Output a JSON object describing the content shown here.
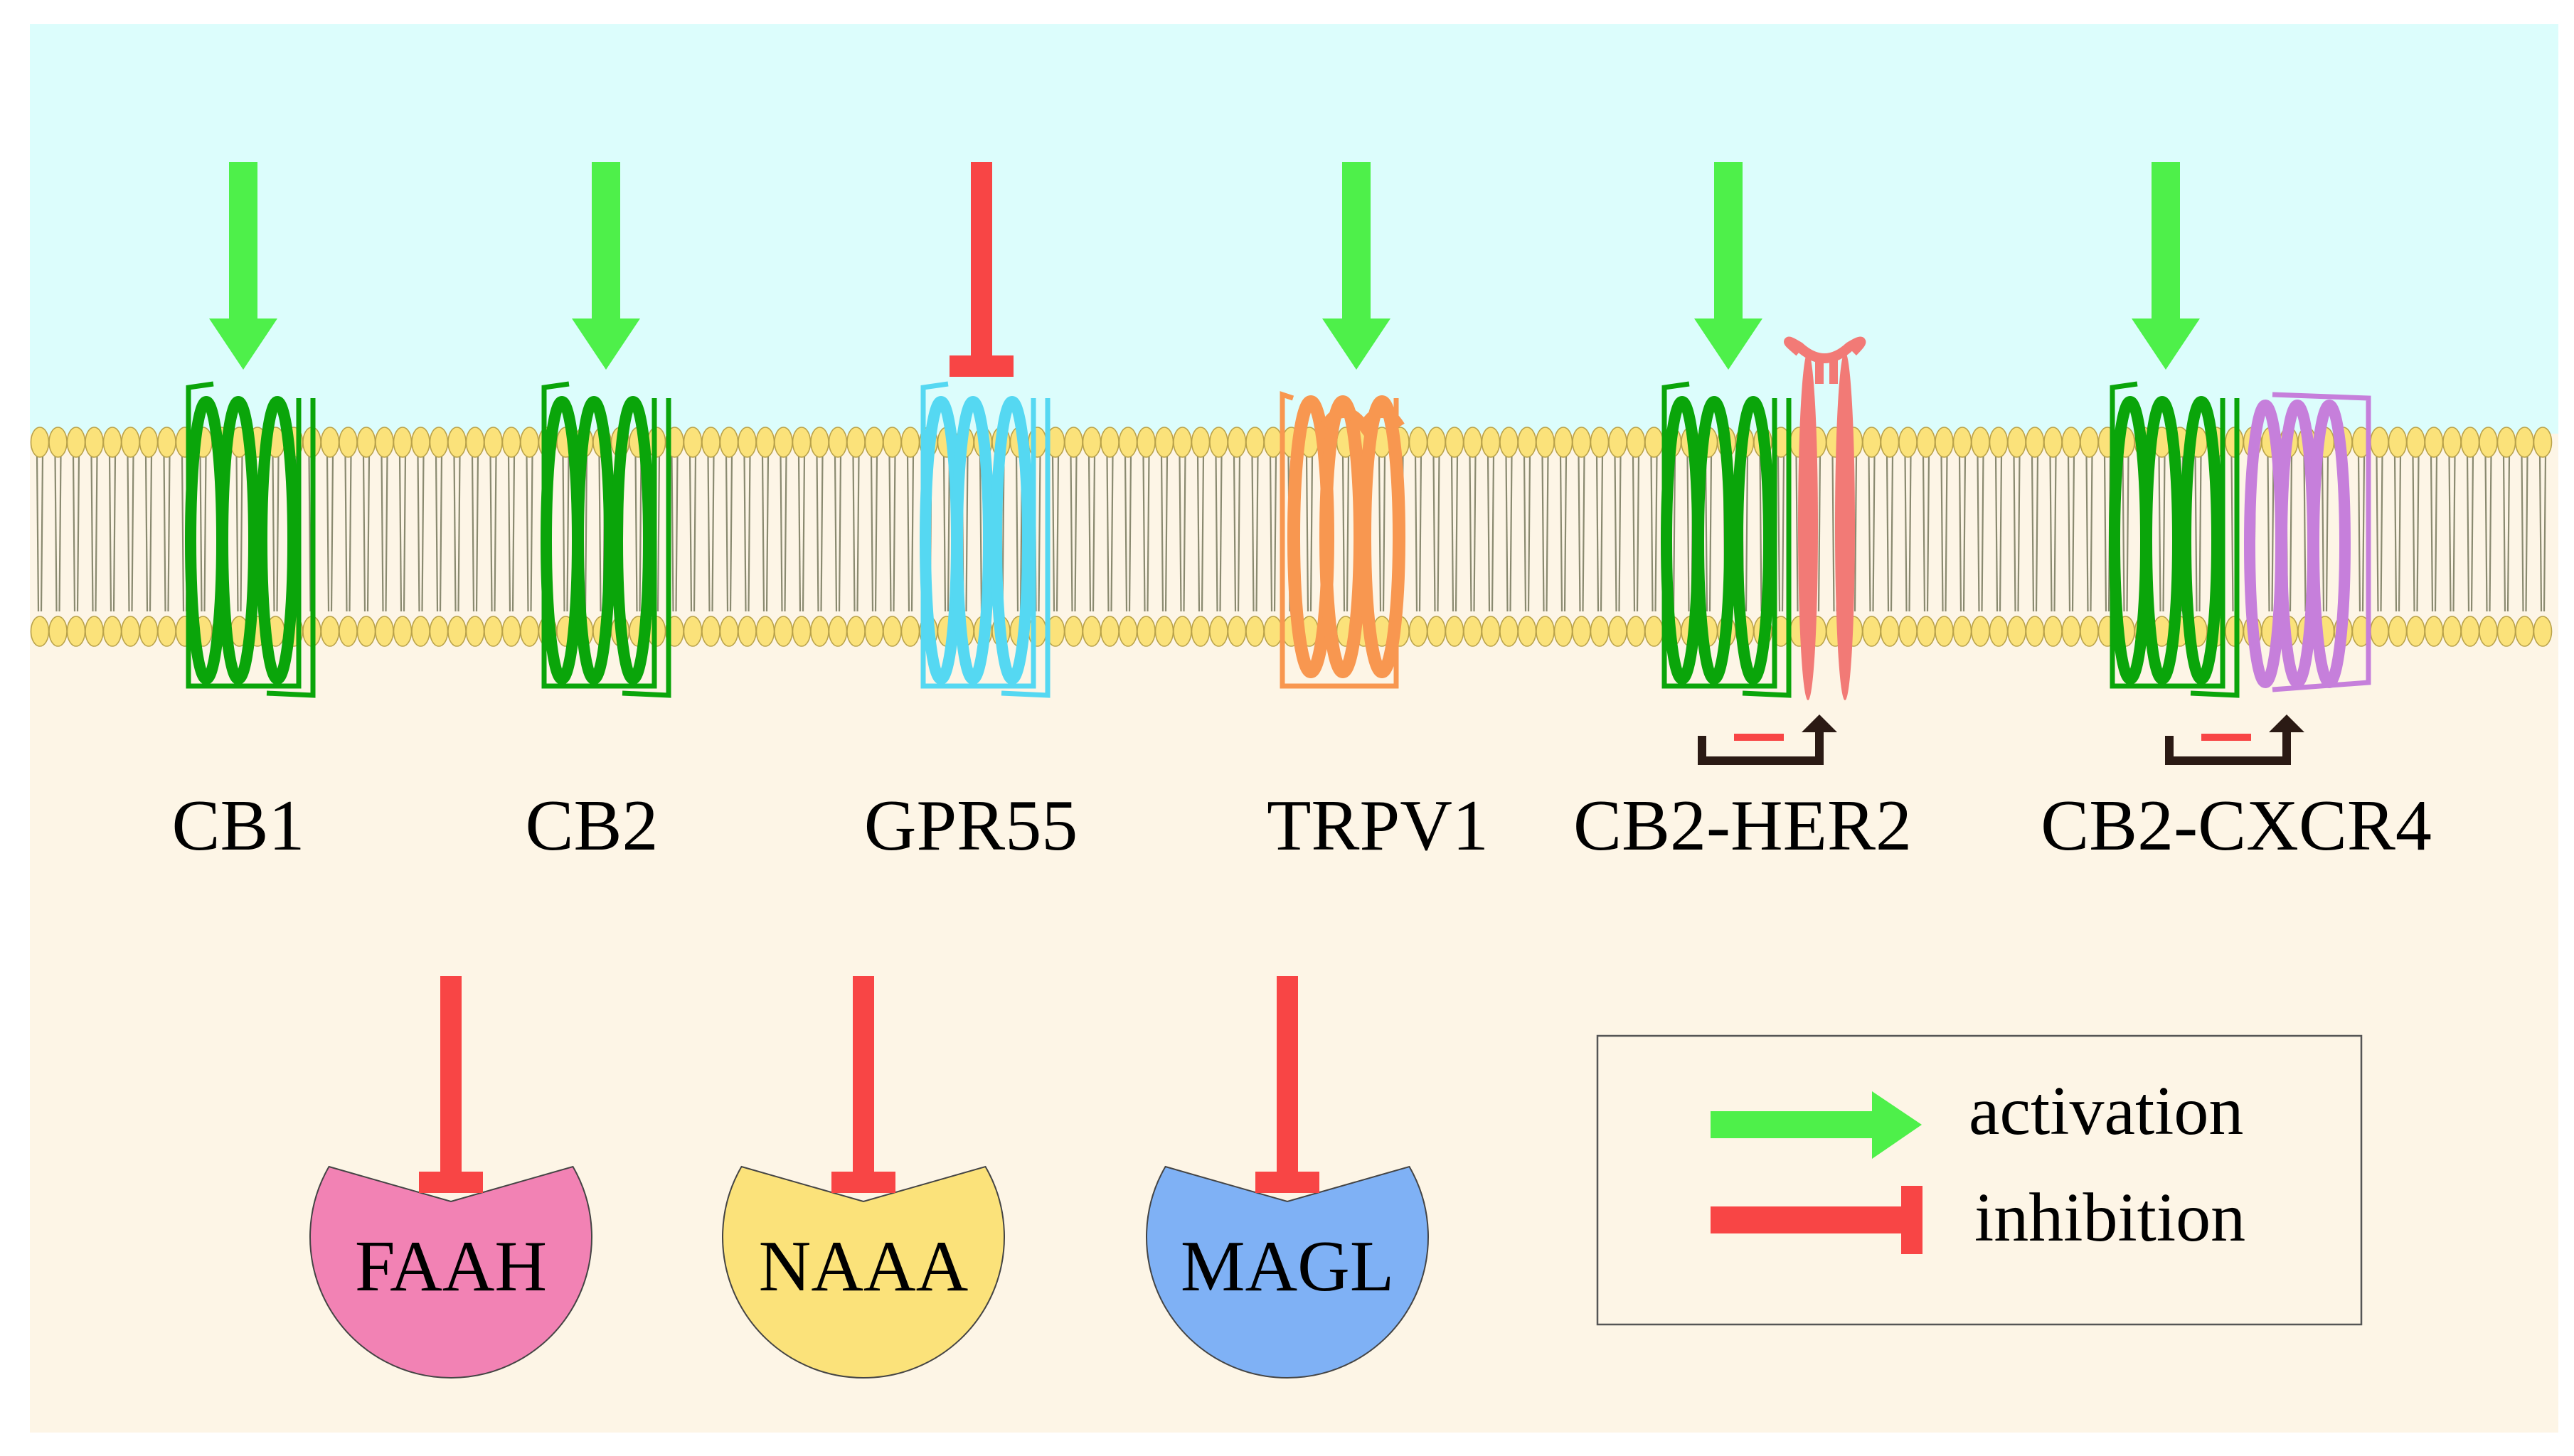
{
  "colors": {
    "extracellular": "#dcfdfc",
    "intracellular": "#fdf5e6",
    "lipid_head": "#fbe27a",
    "lipid_head_stroke": "#b9a24a",
    "lipid_tail": "#8a8a70",
    "activation": "#4ef04a",
    "inhibition": "#f84545",
    "cb_receptor": "#0aa50a",
    "gpr55": "#55d8f2",
    "trpv1": "#f89750",
    "her2": "#f27a76",
    "cxcr4": "#c67fdb",
    "crosstalk_arrow": "#2b1a14",
    "faah": "#f282b4",
    "naaa": "#fbe27a",
    "magl": "#7fb1f5"
  },
  "receptors": [
    {
      "label": "CB1",
      "effect": "activation"
    },
    {
      "label": "CB2",
      "effect": "activation"
    },
    {
      "label": "GPR55",
      "effect": "inhibition"
    },
    {
      "label": "TRPV1",
      "effect": "activation"
    },
    {
      "label": "CB2-HER2",
      "effect": "activation"
    },
    {
      "label": "CB2-CXCR4",
      "effect": "activation"
    }
  ],
  "enzymes": [
    {
      "label": "FAAH",
      "effect": "inhibition"
    },
    {
      "label": "NAAA",
      "effect": "inhibition"
    },
    {
      "label": "MAGL",
      "effect": "inhibition"
    }
  ],
  "legend": {
    "activation_label": "activation",
    "inhibition_label": "inhibition"
  }
}
